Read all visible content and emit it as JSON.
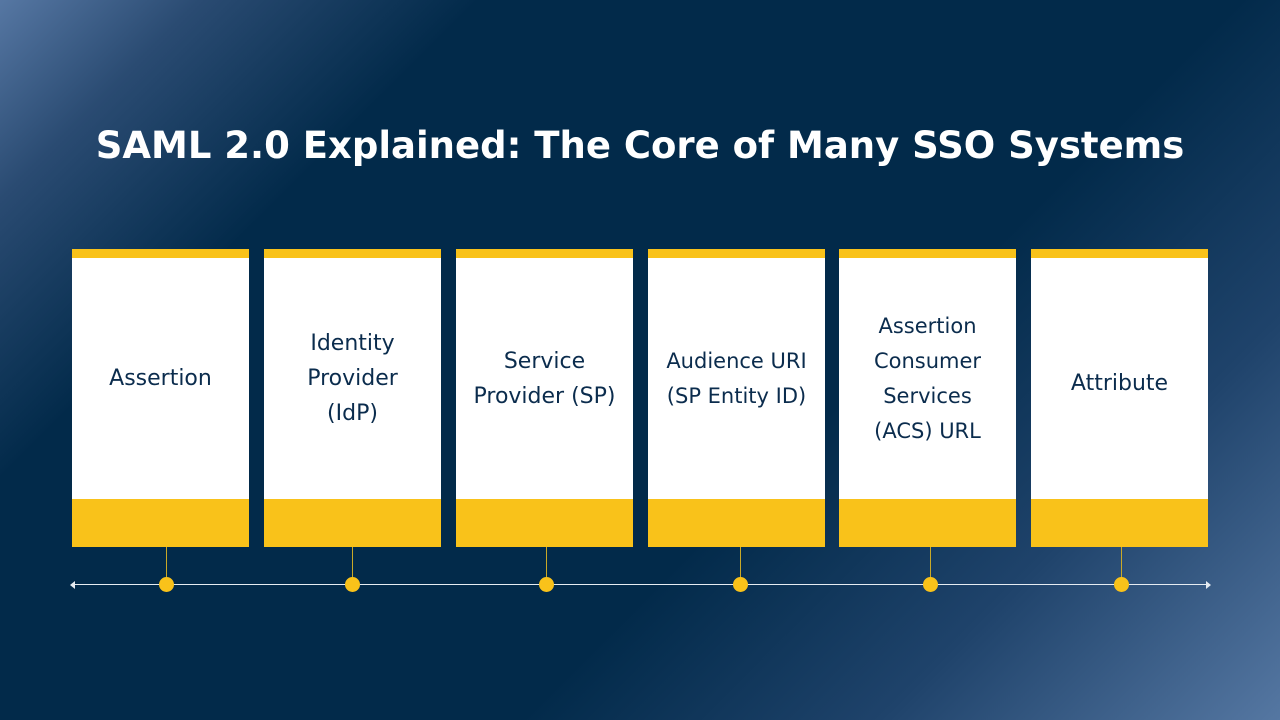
{
  "title": "SAML 2.0 Explained: The Core of Many SSO Systems",
  "cards": [
    {
      "label": "Assertion"
    },
    {
      "label": "Identity Provider (IdP)"
    },
    {
      "label": "Service Provider (SP)"
    },
    {
      "label": "Audience URI (SP Entity ID)"
    },
    {
      "label": "Assertion Consumer Services (ACS) URL"
    },
    {
      "label": "Attribute"
    }
  ],
  "colors": {
    "background": "#022a4a",
    "accent": "#f9c21a",
    "text": "#0b2c4d"
  }
}
